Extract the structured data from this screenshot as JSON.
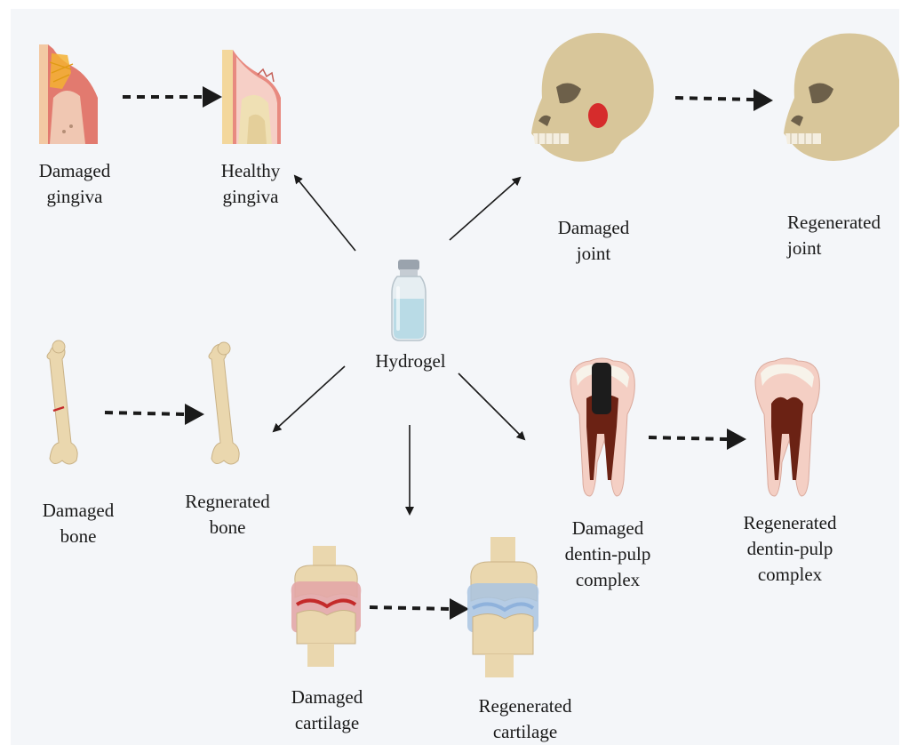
{
  "center": {
    "label": "Hydrogel"
  },
  "items": [
    {
      "line1": "Damaged",
      "line2": "gingiva"
    },
    {
      "line1": "Healthy",
      "line2": "gingiva"
    },
    {
      "line1": "Damaged",
      "line2": "joint"
    },
    {
      "line1": "Regenerated",
      "line2": "joint"
    },
    {
      "line1": "Damaged",
      "line2": "bone"
    },
    {
      "line1": "Regnerated",
      "line2": "bone"
    },
    {
      "line1": "Damaged",
      "line2": "dentin-pulp",
      "line3": "complex"
    },
    {
      "line1": "Regenerated",
      "line2": "dentin-pulp",
      "line3": "complex"
    },
    {
      "line1": "Damaged",
      "line2": "cartilage"
    },
    {
      "line1": "Regenerated",
      "line2": "cartilage"
    }
  ],
  "colors": {
    "background": "#f4f6f9",
    "bone": "#e9d6ad",
    "gum": "#e27a6f",
    "damage": "#d22f2f",
    "healthy_cartilage": "#a9c4e2",
    "vial_liquid": "#b9dbe6",
    "arrow": "#1a1a1a"
  }
}
